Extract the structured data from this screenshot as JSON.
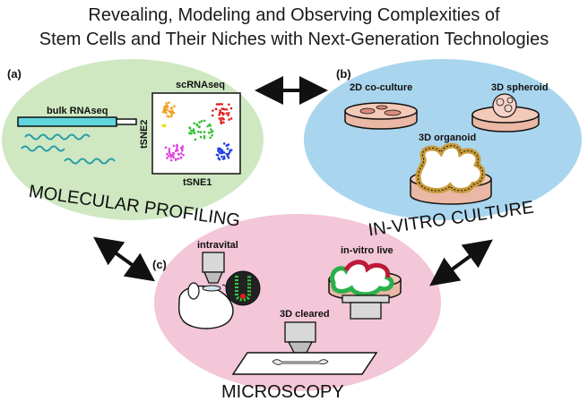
{
  "title": {
    "line1": "Revealing, Modeling and Observing Complexities of",
    "line2": "Stem Cells and Their Niches with Next-Generation Technologies"
  },
  "panels": {
    "a": {
      "letter": "(a)",
      "caption": "MOLECULAR PROFILING",
      "bulk_label": "bulk RNAseq",
      "sc_label": "scRNAseq",
      "x_axis": "tSNE1",
      "y_axis": "tSNE2",
      "bg_color": "#cfe8c2"
    },
    "b": {
      "letter": "(b)",
      "caption": "IN-VITRO CULTURE",
      "label_2d": "2D co-culture",
      "label_spheroid": "3D spheroid",
      "label_organoid": "3D organoid",
      "bg_color": "#a9d6ee"
    },
    "c": {
      "letter": "(c)",
      "caption": "MICROSCOPY",
      "label_intravital": "intravital",
      "label_live": "in-vitro live",
      "label_cleared": "3D cleared",
      "bg_color": "#f3c6d8"
    }
  },
  "cluster_colors": [
    "#f2a020",
    "#e02020",
    "#30c030",
    "#e040e0",
    "#2040e0",
    "#f0e020"
  ]
}
